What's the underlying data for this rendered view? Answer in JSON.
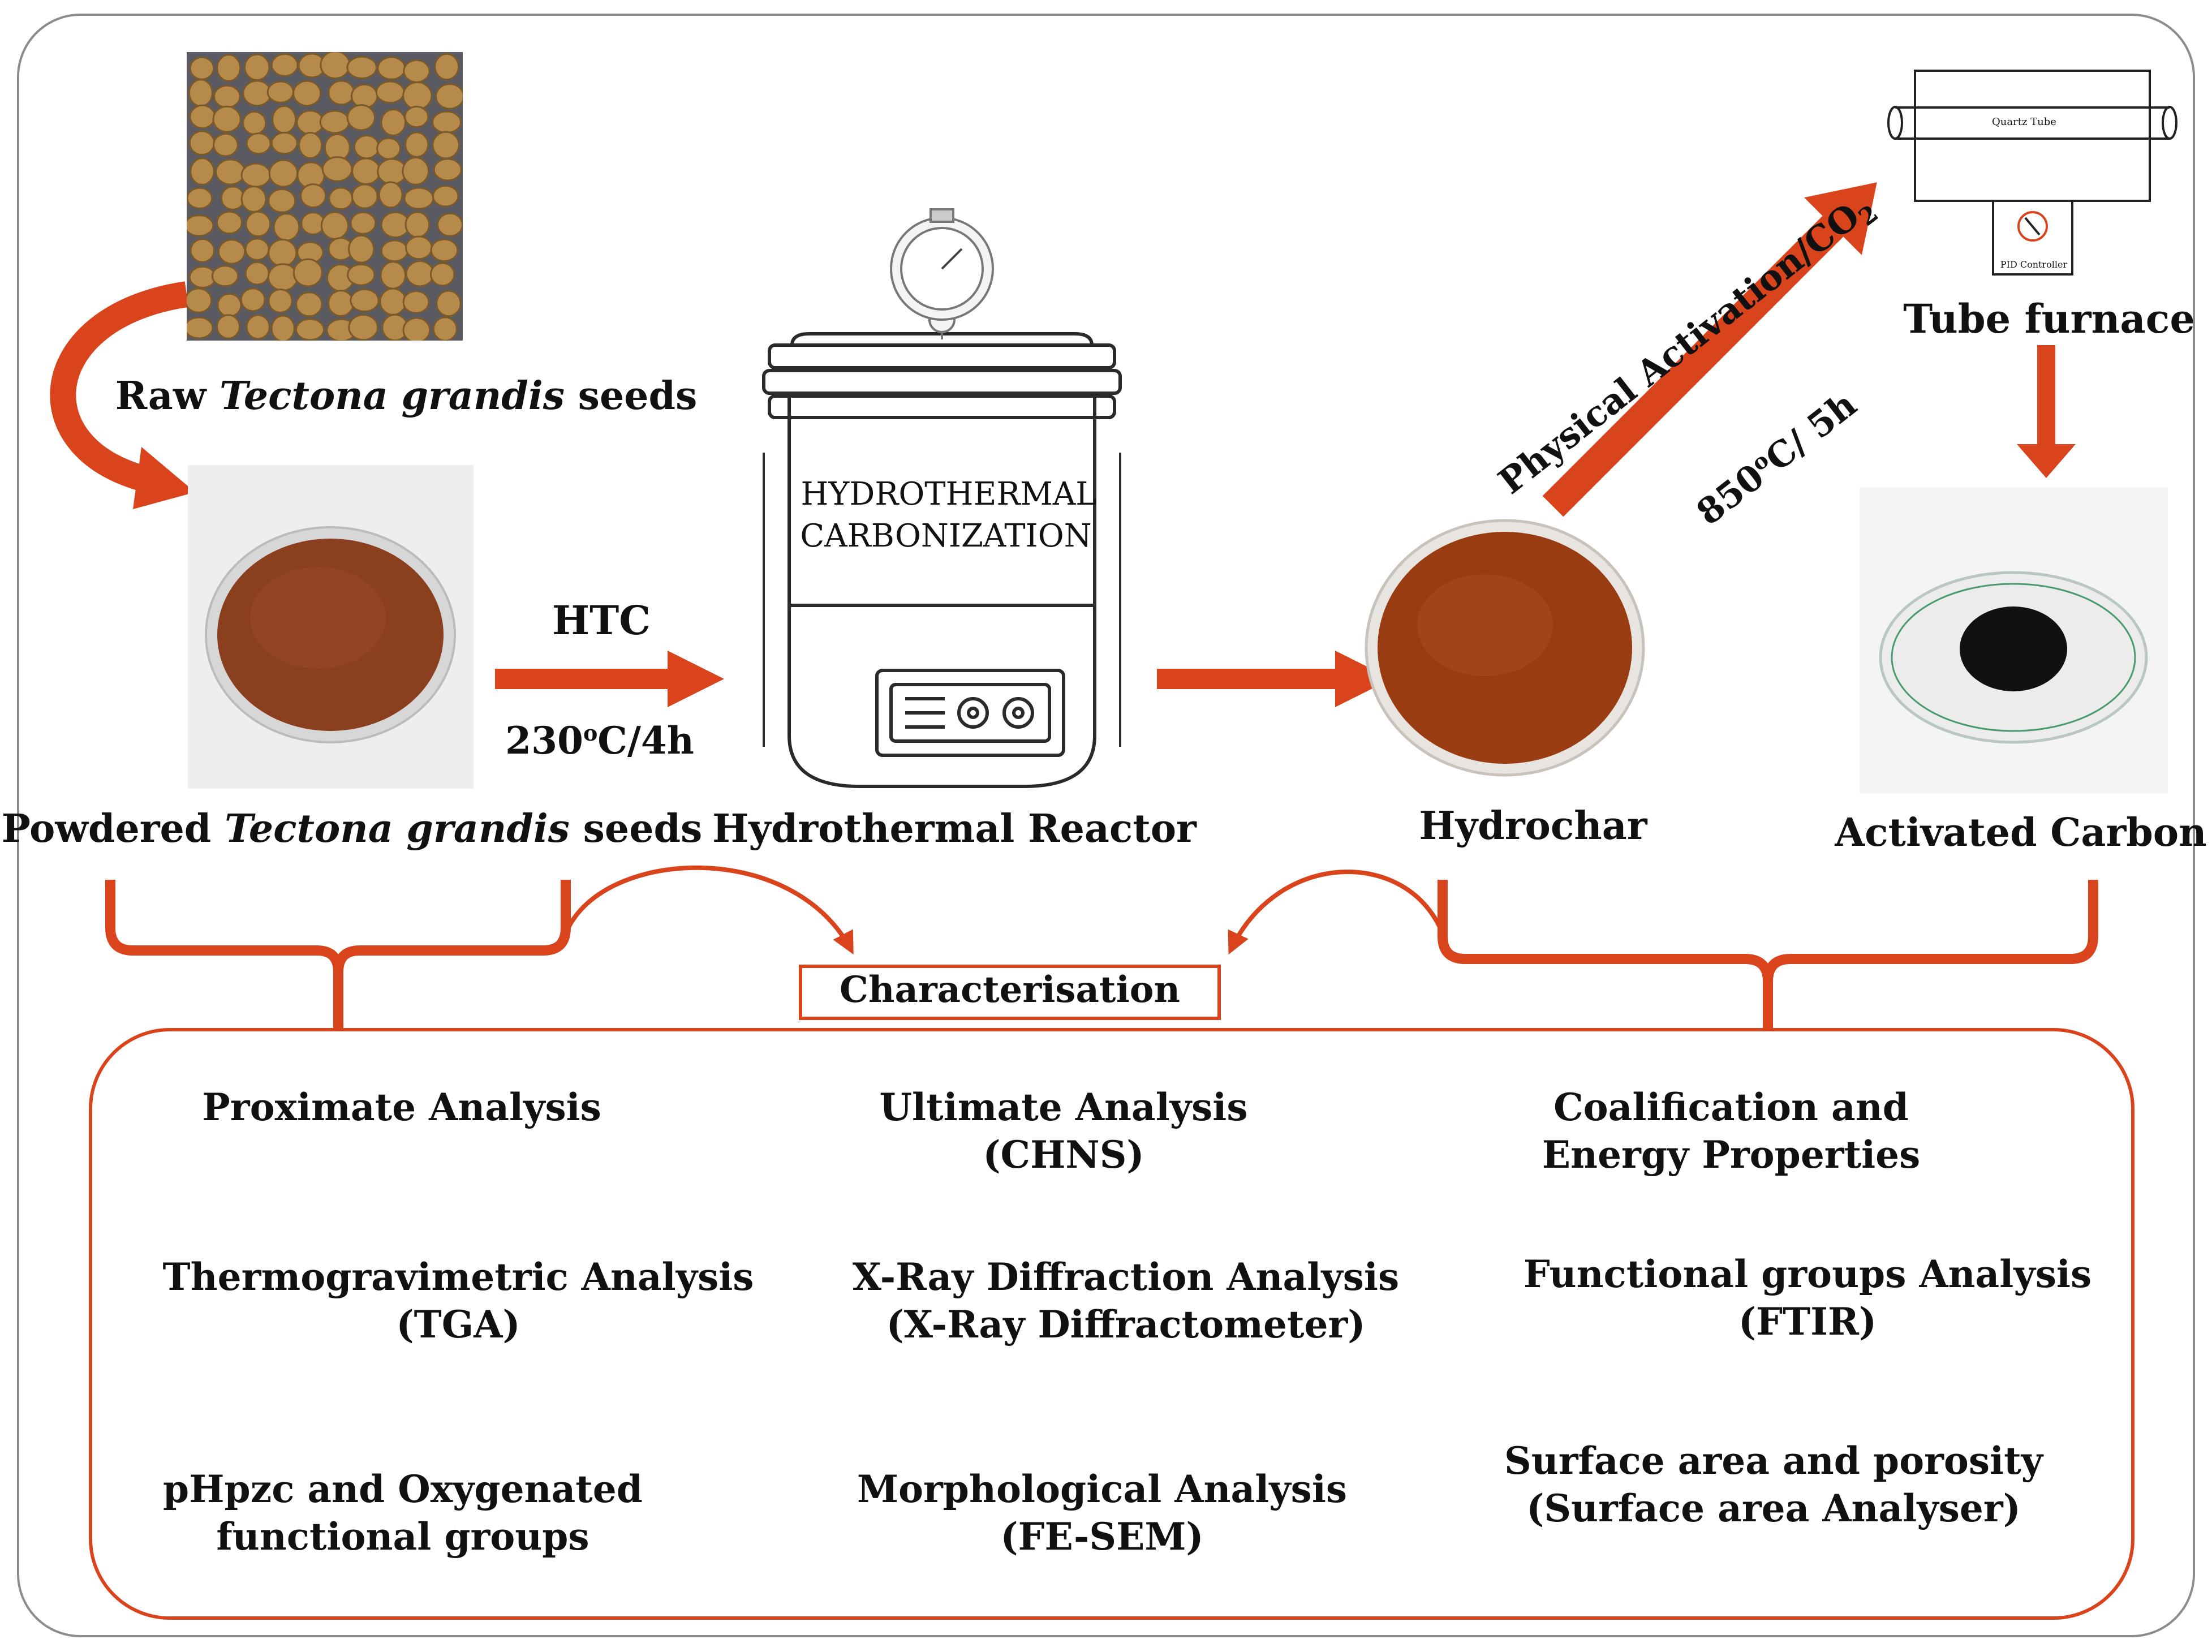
{
  "colors": {
    "accent": "#d9441c",
    "ink": "#111111",
    "seed_photo_bg": "#5a5a62",
    "seed": "#b58a4a",
    "powder": "#8a3f1e",
    "hydrochar": "#9a3c12",
    "carbon": "#111111"
  },
  "stages": {
    "raw_seeds": {
      "prefix": "Raw ",
      "italic": "Tectona grandis",
      "suffix": " seeds"
    },
    "powdered": {
      "prefix": "Powdered ",
      "italic": "Tectona grandis",
      "suffix": " seeds"
    },
    "reactor_label": "Hydrothermal Reactor",
    "reactor_text_1": "HYDROTHERMAL",
    "reactor_text_2": "CARBONIZATION",
    "hydrochar": "Hydrochar",
    "tube_furnace": "Tube furnace",
    "quartz_tube": "Quartz Tube",
    "pid_controller": "PID Controller",
    "activated_carbon": "Activated Carbon"
  },
  "process": {
    "htc_label": "HTC",
    "htc_temp": "230",
    "htc_temp_sup": "o",
    "htc_temp_suffix": "C/4h",
    "activation_label": "Physical Activation/CO",
    "activation_sub": "2",
    "activation_temp": "850",
    "activation_temp_sup": "o",
    "activation_temp_suffix": "C/ 5h"
  },
  "characterisation": {
    "title": "Characterisation",
    "items": [
      {
        "line1": "Proximate Analysis",
        "line2": ""
      },
      {
        "line1": "Ultimate Analysis",
        "line2": "(CHNS)"
      },
      {
        "line1": "Coalification and",
        "line2": "Energy Properties"
      },
      {
        "line1": "Thermogravimetric Analysis",
        "line2": "(TGA)"
      },
      {
        "line1": "X-Ray Diffraction Analysis",
        "line2": "(X-Ray Diffractometer)"
      },
      {
        "line1": "Functional groups Analysis",
        "line2": "(FTIR)"
      },
      {
        "line1": "pHpzc and Oxygenated",
        "line2": "functional groups"
      },
      {
        "line1": "Morphological Analysis",
        "line2": "(FE-SEM)"
      },
      {
        "line1": "Surface area and porosity",
        "line2": "(Surface area Analyser)"
      }
    ]
  }
}
